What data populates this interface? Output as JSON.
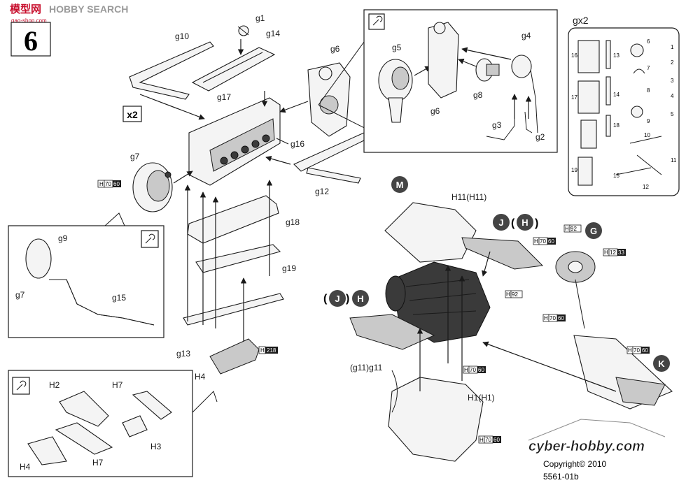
{
  "header": {
    "site_logo": "HOBBY SEARCH",
    "site_logo_cn": "模型网",
    "site_url": "gao-shop.com",
    "step_number": "6"
  },
  "main": {
    "multiplier": "x2",
    "parts": {
      "g1": "g1",
      "g10": "g10",
      "g14": "g14",
      "g6": "g6",
      "g17": "g17",
      "g16": "g16",
      "g7": "g7",
      "g12": "g12",
      "g18": "g18",
      "g19": "g19",
      "g13": "g13",
      "H4": "H4"
    },
    "paint_codes": {
      "g7": {
        "h": "H",
        "n1": "70",
        "n2": "60"
      },
      "H4": {
        "h": "H",
        "n1": "218",
        "n2": ""
      }
    }
  },
  "detail_top": {
    "parts": {
      "g5": "g5",
      "g4": "g4",
      "g6": "g6",
      "g8": "g8",
      "g3": "g3",
      "g2": "g2"
    }
  },
  "detail_left": {
    "parts": {
      "g9": "g9",
      "g7": "g7",
      "g15": "g15"
    }
  },
  "detail_bottom": {
    "parts": {
      "H2": "H2",
      "H7a": "H7",
      "H3": "H3",
      "H4": "H4",
      "H7b": "H7"
    }
  },
  "sprue": {
    "title": "gx2",
    "numbers": [
      "16",
      "13",
      "17",
      "14",
      "19",
      "18",
      "15",
      "12",
      "11",
      "10",
      "1",
      "2",
      "3",
      "4",
      "5",
      "6",
      "7",
      "8",
      "9"
    ]
  },
  "assembly": {
    "letters": {
      "M": "M",
      "J": "J",
      "H": "H",
      "G": "G",
      "K": "K",
      "J2": "J",
      "H2": "H"
    },
    "labels": {
      "h11": "H11(H11)",
      "h1": "H1(H1)",
      "g11": "(g11)g11",
      "jh_open": "(",
      "jh_close": ")",
      "jh2_open": "(",
      "jh2_close": ")"
    },
    "paint_codes": {
      "p1": {
        "h": "H",
        "n1": "70",
        "n2": "60"
      },
      "p2": {
        "h": "H",
        "n1": "92",
        "n2": ""
      },
      "p3": {
        "h": "H",
        "n1": "12",
        "n2": "33"
      },
      "p4": {
        "h": "H",
        "n1": "92",
        "n2": ""
      },
      "p5": {
        "h": "H",
        "n1": "70",
        "n2": "60"
      },
      "p6": {
        "h": "H",
        "n1": "70",
        "n2": "60"
      },
      "p7": {
        "h": "H",
        "n1": "70",
        "n2": "60"
      },
      "p8": {
        "h": "H",
        "n1": "70",
        "n2": "60"
      }
    }
  },
  "footer": {
    "brand": "cyber-hobby.com",
    "copyright": "Copyright© 2010",
    "code": "5561-01b"
  },
  "colors": {
    "ink": "#1a1a1a",
    "badge": "#444444",
    "logo_red": "#c8102e",
    "logo_gray": "#9a9a9a"
  },
  "icons": [
    "wrench-icon",
    "step-badge-icon"
  ]
}
